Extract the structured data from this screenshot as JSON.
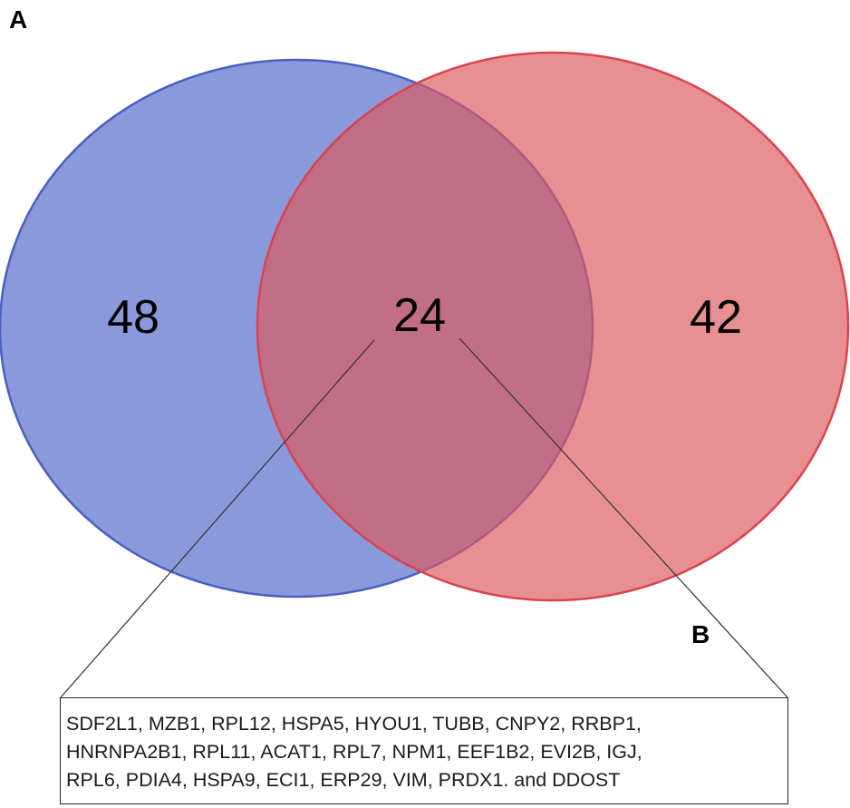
{
  "figure": {
    "panel_a": "A",
    "panel_b": "B"
  },
  "venn": {
    "left_only": "48",
    "intersection": "24",
    "right_only": "42",
    "left_color": "#6f83d2",
    "right_color": "#e06a6a",
    "left_stroke": "#4a5fc4",
    "right_stroke": "#d94450"
  },
  "gene_list": {
    "lines": [
      "SDF2L1, MZB1, RPL12, HSPA5, HYOU1, TUBB, CNPY2, RRBP1,",
      "HNRNPA2B1, RPL11, ACAT1, RPL7, NPM1, EEF1B2, EVI2B, IGJ,",
      "RPL6, PDIA4, HSPA9, ECI1, ERP29, VIM, PRDX1. and DDOST"
    ]
  }
}
